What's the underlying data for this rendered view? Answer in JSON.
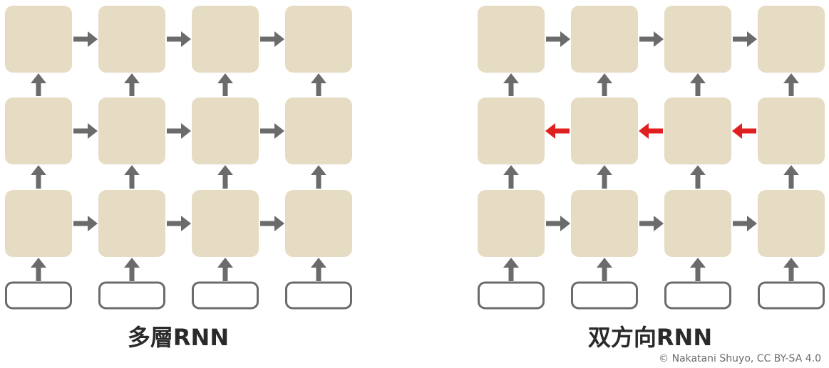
{
  "left_diagram": {
    "caption": "多層RNN",
    "cols": 4,
    "rows": 3,
    "horizontal_arrows": [
      "right",
      "right",
      "right"
    ]
  },
  "right_diagram": {
    "caption": "双方向RNN",
    "cols": 4,
    "rows": 3,
    "horizontal_arrows": [
      "right",
      "left",
      "right"
    ]
  },
  "credit": "© Nakatani Shuyo, CC BY-SA 4.0",
  "colors": {
    "cell_fill": "#e6dcc4",
    "arrow_gray": "#6b6b6b",
    "arrow_red": "#e02020",
    "input_stroke": "#6b6b6b"
  }
}
